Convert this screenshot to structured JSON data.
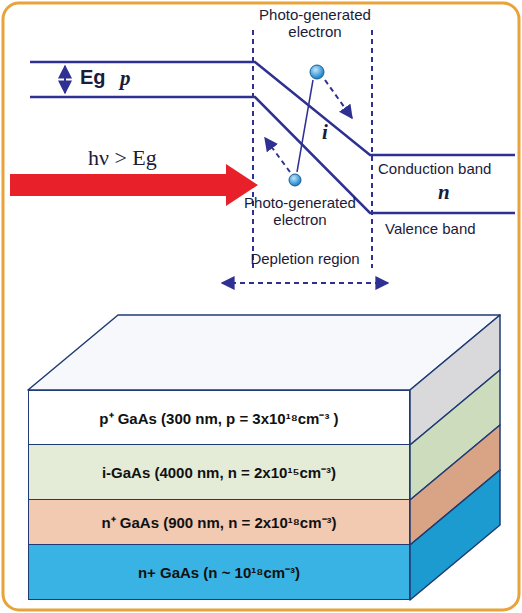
{
  "diagram": {
    "nodes": [
      {
        "text": [
          "p⁺ GaAs (300 nm, p = 3x10¹⁸cm⁻³ )"
        ]
      },
      {
        "text": [
          "i-GaAs (4000 nm, n = 2x10¹⁵cm⁻³)"
        ]
      },
      {
        "text": [
          "n⁺ GaAs (900 nm, n = 2x10¹⁸cm⁻³)"
        ]
      },
      {
        "text": [
          "n+ GaAs (n ~ 10¹⁸cm⁻³)"
        ]
      }
    ],
    "labels": [
      "Photo-generated electron",
      "Eg",
      "p",
      "hν > Eg",
      "i",
      "Conduction band",
      "n",
      "Photo-generated electron",
      "Valence band",
      "Depletion region"
    ]
  }
}
